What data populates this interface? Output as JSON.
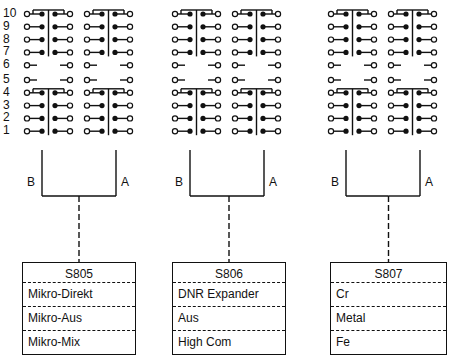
{
  "diagram": {
    "nodes": [
      {
        "text": [
          "S805",
          "Mikro-Direkt",
          "Mikro-Aus",
          "Mikro-Mix"
        ]
      },
      {
        "text": [
          "S806",
          "DNR Expander",
          "Aus",
          "High Com"
        ]
      },
      {
        "text": [
          "S807",
          "Cr",
          "Metal",
          "Fe"
        ]
      }
    ],
    "labels": [
      "10",
      "9",
      "8",
      "7",
      "6",
      "5",
      "4",
      "3",
      "2",
      "1",
      "B",
      "A",
      "B",
      "A",
      "B",
      "A"
    ]
  }
}
